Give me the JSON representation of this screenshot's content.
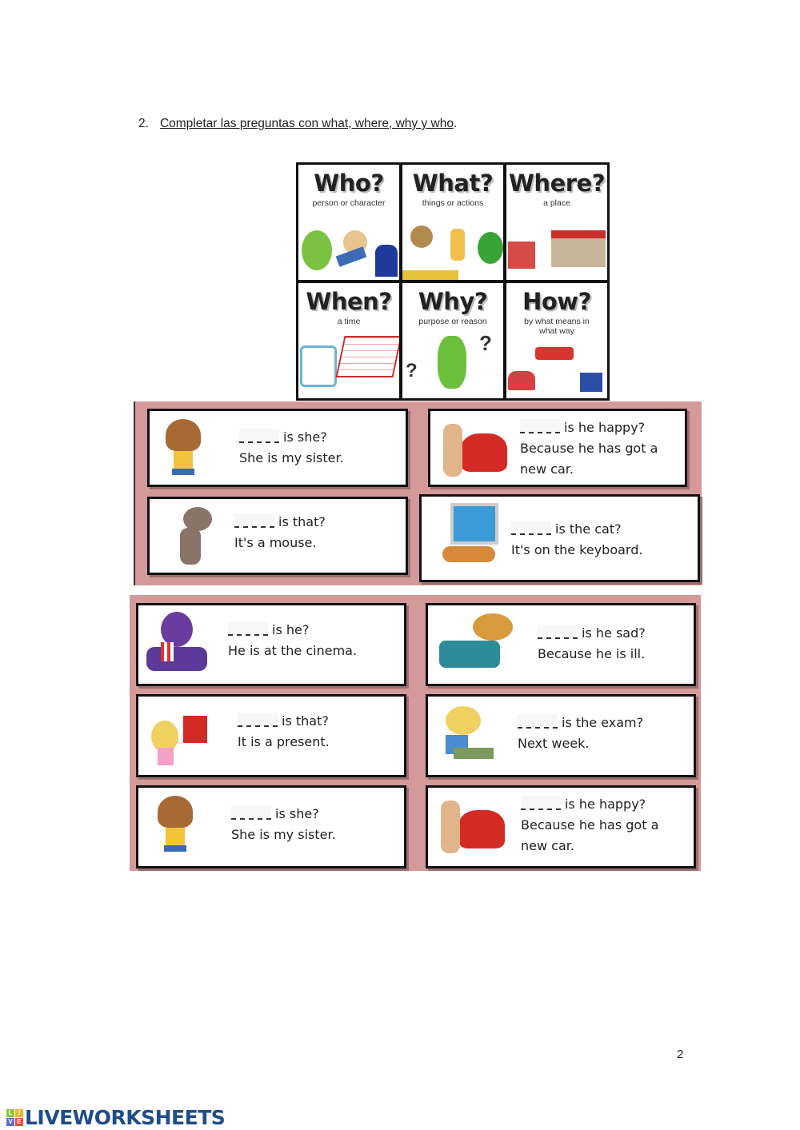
{
  "instruction": {
    "number": "2.",
    "text": "Completar las preguntas con what, where, why  y who",
    "period": "."
  },
  "poster": {
    "cards": [
      {
        "word": "Who?",
        "sub": "person or character"
      },
      {
        "word": "What?",
        "sub": "things or actions"
      },
      {
        "word": "Where?",
        "sub": "a place"
      },
      {
        "word": "When?",
        "sub": "a time"
      },
      {
        "word": "Why?",
        "sub": "purpose or reason"
      },
      {
        "word": "How?",
        "sub": "by what means in what way"
      }
    ]
  },
  "panel1": {
    "cards": [
      {
        "q": "is she?",
        "a1": "She is my sister.",
        "a2": "",
        "image": "girl-illustration"
      },
      {
        "q": "is he happy?",
        "a1": "Because he has got a",
        "a2": "new car.",
        "image": "man-car-illustration"
      },
      {
        "q": "is that?",
        "a1": "It's a mouse.",
        "a2": "",
        "image": "mouse-illustration"
      },
      {
        "q": "is the cat?",
        "a1": "It's on the keyboard.",
        "a2": "",
        "image": "cat-computer-illustration"
      }
    ]
  },
  "panel2": {
    "cards": [
      {
        "q": "is he?",
        "a1": "He is at the cinema.",
        "a2": "",
        "image": "boy-cinema-illustration"
      },
      {
        "q": "is he sad?",
        "a1": "Because he is ill.",
        "a2": "",
        "image": "boy-bed-illustration"
      },
      {
        "q": "is that?",
        "a1": "It is a present.",
        "a2": "",
        "image": "girl-present-illustration"
      },
      {
        "q": "is the exam?",
        "a1": "Next week.",
        "a2": "",
        "image": "student-exam-illustration"
      },
      {
        "q": "is she?",
        "a1": "She is my sister.",
        "a2": "",
        "image": "girl-illustration"
      },
      {
        "q": "is he happy?",
        "a1": "Because he has got a",
        "a2": "new car.",
        "image": "man-car-illustration"
      }
    ]
  },
  "blank_placeholder": "______",
  "page_number": "2",
  "footer": {
    "logo_tiles": [
      "L",
      "I",
      "V",
      "E"
    ],
    "logo_text": "LIVEWORKSHEETS"
  },
  "colors": {
    "panel_pink": "#d49a9a",
    "logo_blue": "#1f4d8a"
  }
}
